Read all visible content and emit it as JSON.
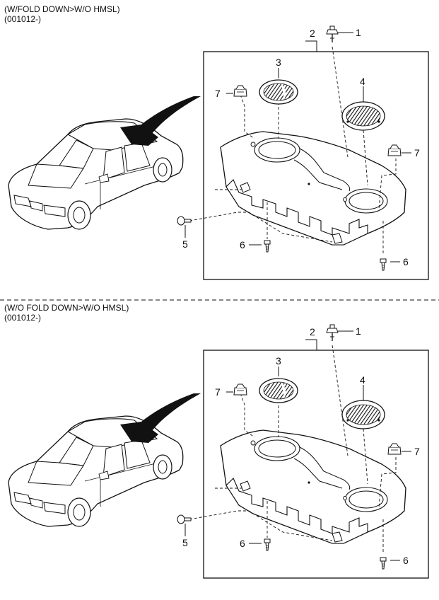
{
  "panels": [
    {
      "heading": "(W/FOLD DOWN>W/O HMSL)",
      "code": "(001012-)"
    },
    {
      "heading": "(W/O FOLD DOWN>W/O HMSL)",
      "code": "(001012-)"
    }
  ],
  "callouts": [
    "1",
    "2",
    "3",
    "4",
    "5",
    "6",
    "7"
  ],
  "colors": {
    "ink": "#111111",
    "paper": "#ffffff",
    "shade": "#1a1a1a"
  }
}
